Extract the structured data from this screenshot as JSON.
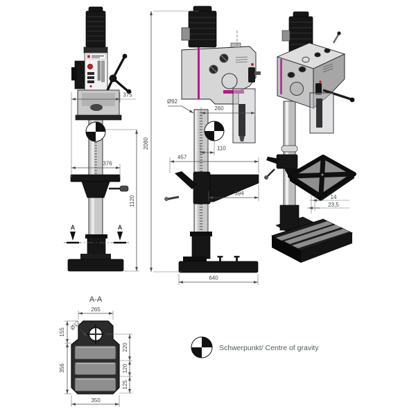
{
  "colors": {
    "magenta_accent": "#b5188e",
    "red_accent": "#cf1e24",
    "dim_text": "#3a4a46",
    "line": "#1a1a1a",
    "background": "#ffffff"
  },
  "front_view": {
    "dim_head_width": "375",
    "dim_table_width": "376",
    "dim_cog_height": "1120",
    "section_marker_left": "A",
    "section_marker_right": "A"
  },
  "side_view": {
    "dim_total_height": "2080",
    "dim_column_diameter": "Ø92",
    "dim_head_reach": "260",
    "dim_cog_offset": "110",
    "dim_table_reach": "457",
    "dim_table_depth": "394",
    "dim_base_length": "640"
  },
  "iso_view": {
    "dim_table_step": "14",
    "dim_table_thickness": "23,5"
  },
  "section_view": {
    "title": "A-A",
    "dim_top_width": "265",
    "dim_tab_height": "155",
    "dim_hole_diameter": "Ø12",
    "dim_body_height": "356",
    "dim_right_top": "220",
    "dim_right_middle": "120",
    "dim_right_bottom": "125",
    "dim_bottom_width": "350"
  },
  "legend": {
    "cog_label": "Schwerpunkt/ Centre of gravity"
  }
}
